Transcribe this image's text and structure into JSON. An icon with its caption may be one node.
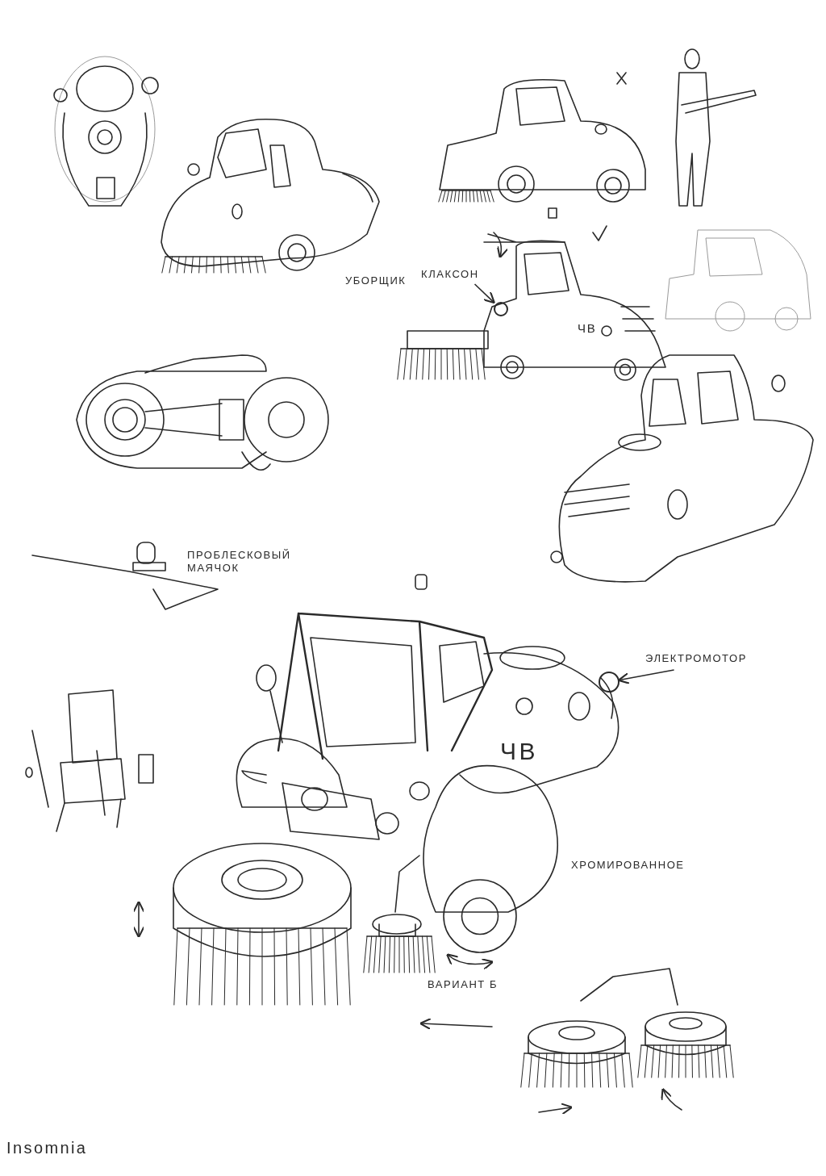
{
  "diagram": {
    "nodes": [
      {
        "text": [
          "КЛАКСОН"
        ]
      },
      {
        "text": [],
        "shape": "circle"
      },
      {
        "text": [
          "ЭЛЕКТРОМОТОР"
        ]
      },
      {
        "text": [],
        "shape": "circle"
      }
    ],
    "edges": [
      {
        "from": 0,
        "to": 1,
        "arrow": "to"
      },
      {
        "from": 2,
        "to": 3,
        "arrow": "to"
      }
    ],
    "labels": [
      "УБОРЩИК",
      "ЧВ",
      "ПРОБЛЕСКОВЫЙ МАЯЧОК",
      "ЧВ",
      "ХРОМИРОВАННОЕ",
      "ВАРИАНТ Б",
      "Insomnia"
    ]
  }
}
